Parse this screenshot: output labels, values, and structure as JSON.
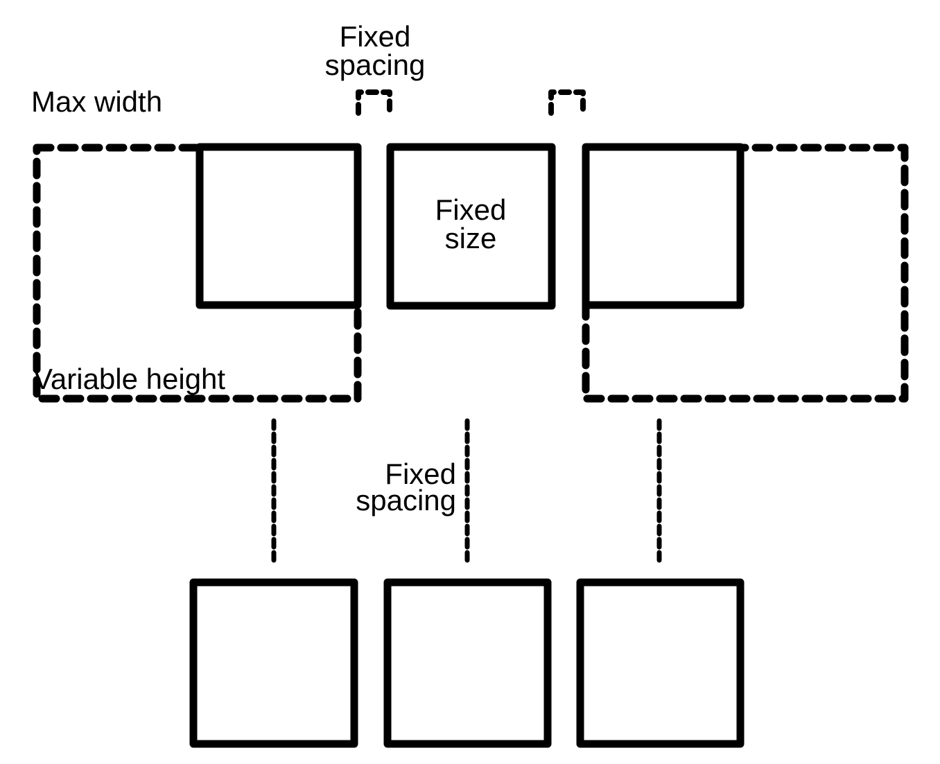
{
  "diagram": {
    "description": "Layout spacing diagram with solid squares and dashed guide regions",
    "colors": {
      "ink": "#000000",
      "background": "#ffffff"
    },
    "labels": {
      "top_fixed_spacing": {
        "line1": "Fixed",
        "line2": "spacing"
      },
      "max_width": "Max width",
      "fixed_size": {
        "line1": "Fixed",
        "line2": "size"
      },
      "variable_height": "Variable height",
      "middle_fixed_spacing": {
        "line1": "Fixed",
        "line2": "spacing"
      }
    }
  }
}
